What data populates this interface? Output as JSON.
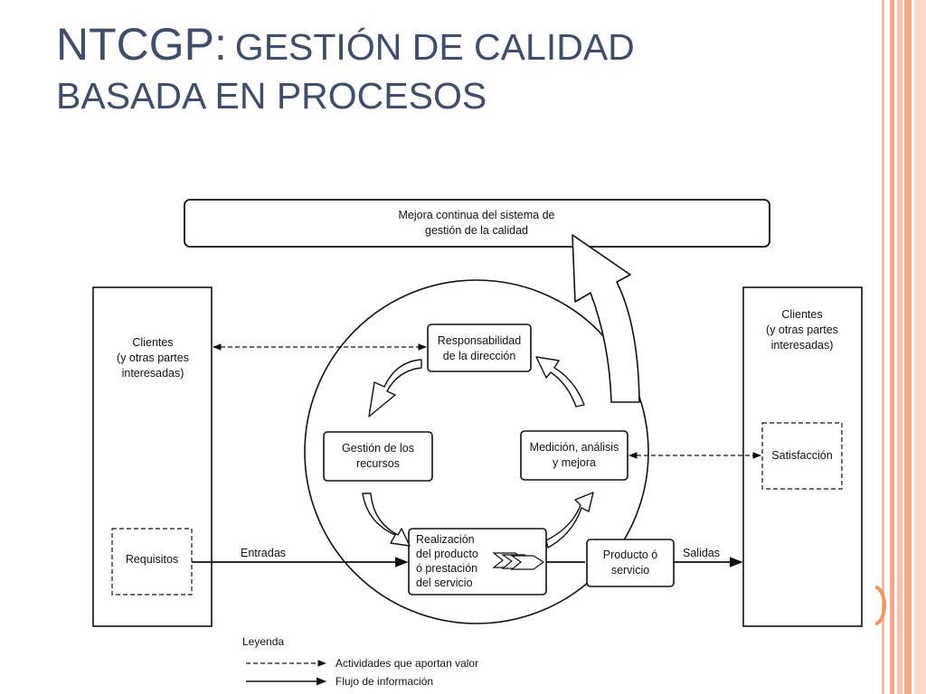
{
  "slide": {
    "title_main": "NTCGP:",
    "title_rest": "GESTIÓN DE CALIDAD",
    "title_line2": "BASADA EN PROCESOS",
    "accent_color": "#f4a98a",
    "title_color": "#3f4f6a"
  },
  "diagram": {
    "top_box": {
      "line1": "Mejora continua del sistema de",
      "line2": "gestión de la calidad"
    },
    "left_panel": {
      "line1": "Clientes",
      "line2": "(y otras partes",
      "line3": "interesadas)",
      "requisitos": "Requisitos"
    },
    "right_panel": {
      "line1": "Clientes",
      "line2": "(y otras partes",
      "line3": "interesadas)",
      "satisfaccion": "Satisfacción"
    },
    "processes": {
      "responsabilidad": {
        "line1": "Responsabilidad",
        "line2": "de la dirección"
      },
      "recursos": {
        "line1": "Gestión de los",
        "line2": "recursos"
      },
      "medicion": {
        "line1": "Medición, análisis",
        "line2": "y mejora"
      },
      "realizacion": {
        "line1": "Realización",
        "line2": "del producto",
        "line3": "ó prestación",
        "line4": "del servicio"
      },
      "producto": {
        "line1": "Producto ó",
        "line2": "servicio"
      }
    },
    "flow_labels": {
      "entradas": "Entradas",
      "salidas": "Salidas"
    },
    "legend": {
      "title": "Leyenda",
      "valor": "Actividades que aportan valor",
      "informacion": "Flujo de información"
    }
  }
}
